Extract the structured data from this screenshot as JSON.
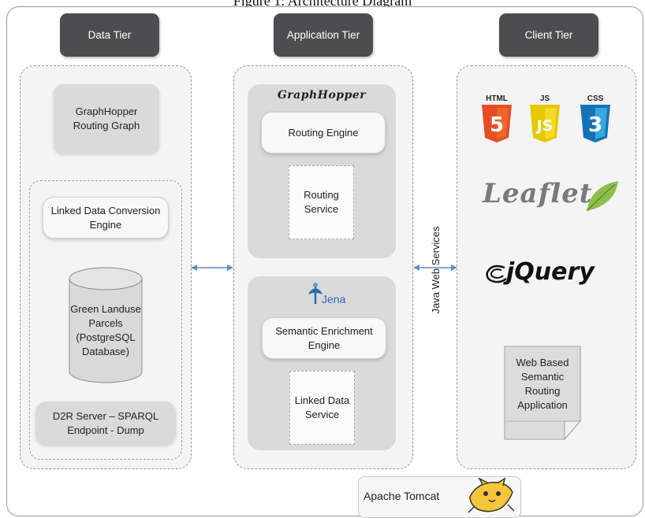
{
  "caption": "Figure 1: Architecture Diagram",
  "tiers": {
    "data": "Data Tier",
    "application": "Application Tier",
    "client": "Client Tier"
  },
  "data_tier": {
    "routing_graph": "GraphHopper\nRouting Graph",
    "conversion_engine": "Linked Data Conversion\nEngine",
    "database": "Green Landuse\nParcels\n(PostgreSQL\nDatabase)",
    "d2r_server": "D2R Server – SPARQL\nEndpoint -  Dump"
  },
  "application_tier": {
    "graphhopper_logo": "GraphHopper",
    "routing_engine": "Routing Engine",
    "routing_service": "Routing\nService",
    "jena_logo": "Jena",
    "semantic_engine": "Semantic Enrichment\nEngine",
    "linked_data_service": "Linked Data\nService"
  },
  "connector_label": "Java Web Services",
  "client_tier": {
    "html_logo": "HTML",
    "js_logo": "JS",
    "css_logo": "CSS",
    "leaflet_logo": "Leaflet",
    "jquery_logo": "jQuery",
    "web_app": "Web Based\nSemantic\nRouting\nApplication"
  },
  "server": {
    "label": "Apache Tomcat"
  },
  "colors": {
    "tier_header": "#4d4d4f",
    "arrow": "#5b8fc7",
    "html5": "#e44d26",
    "js": "#f0db4f",
    "css3": "#1572b6",
    "leaflet_text": "#7a7a7a",
    "leaflet_leaf": "#8cc04b",
    "jena": "#2a6db0"
  }
}
